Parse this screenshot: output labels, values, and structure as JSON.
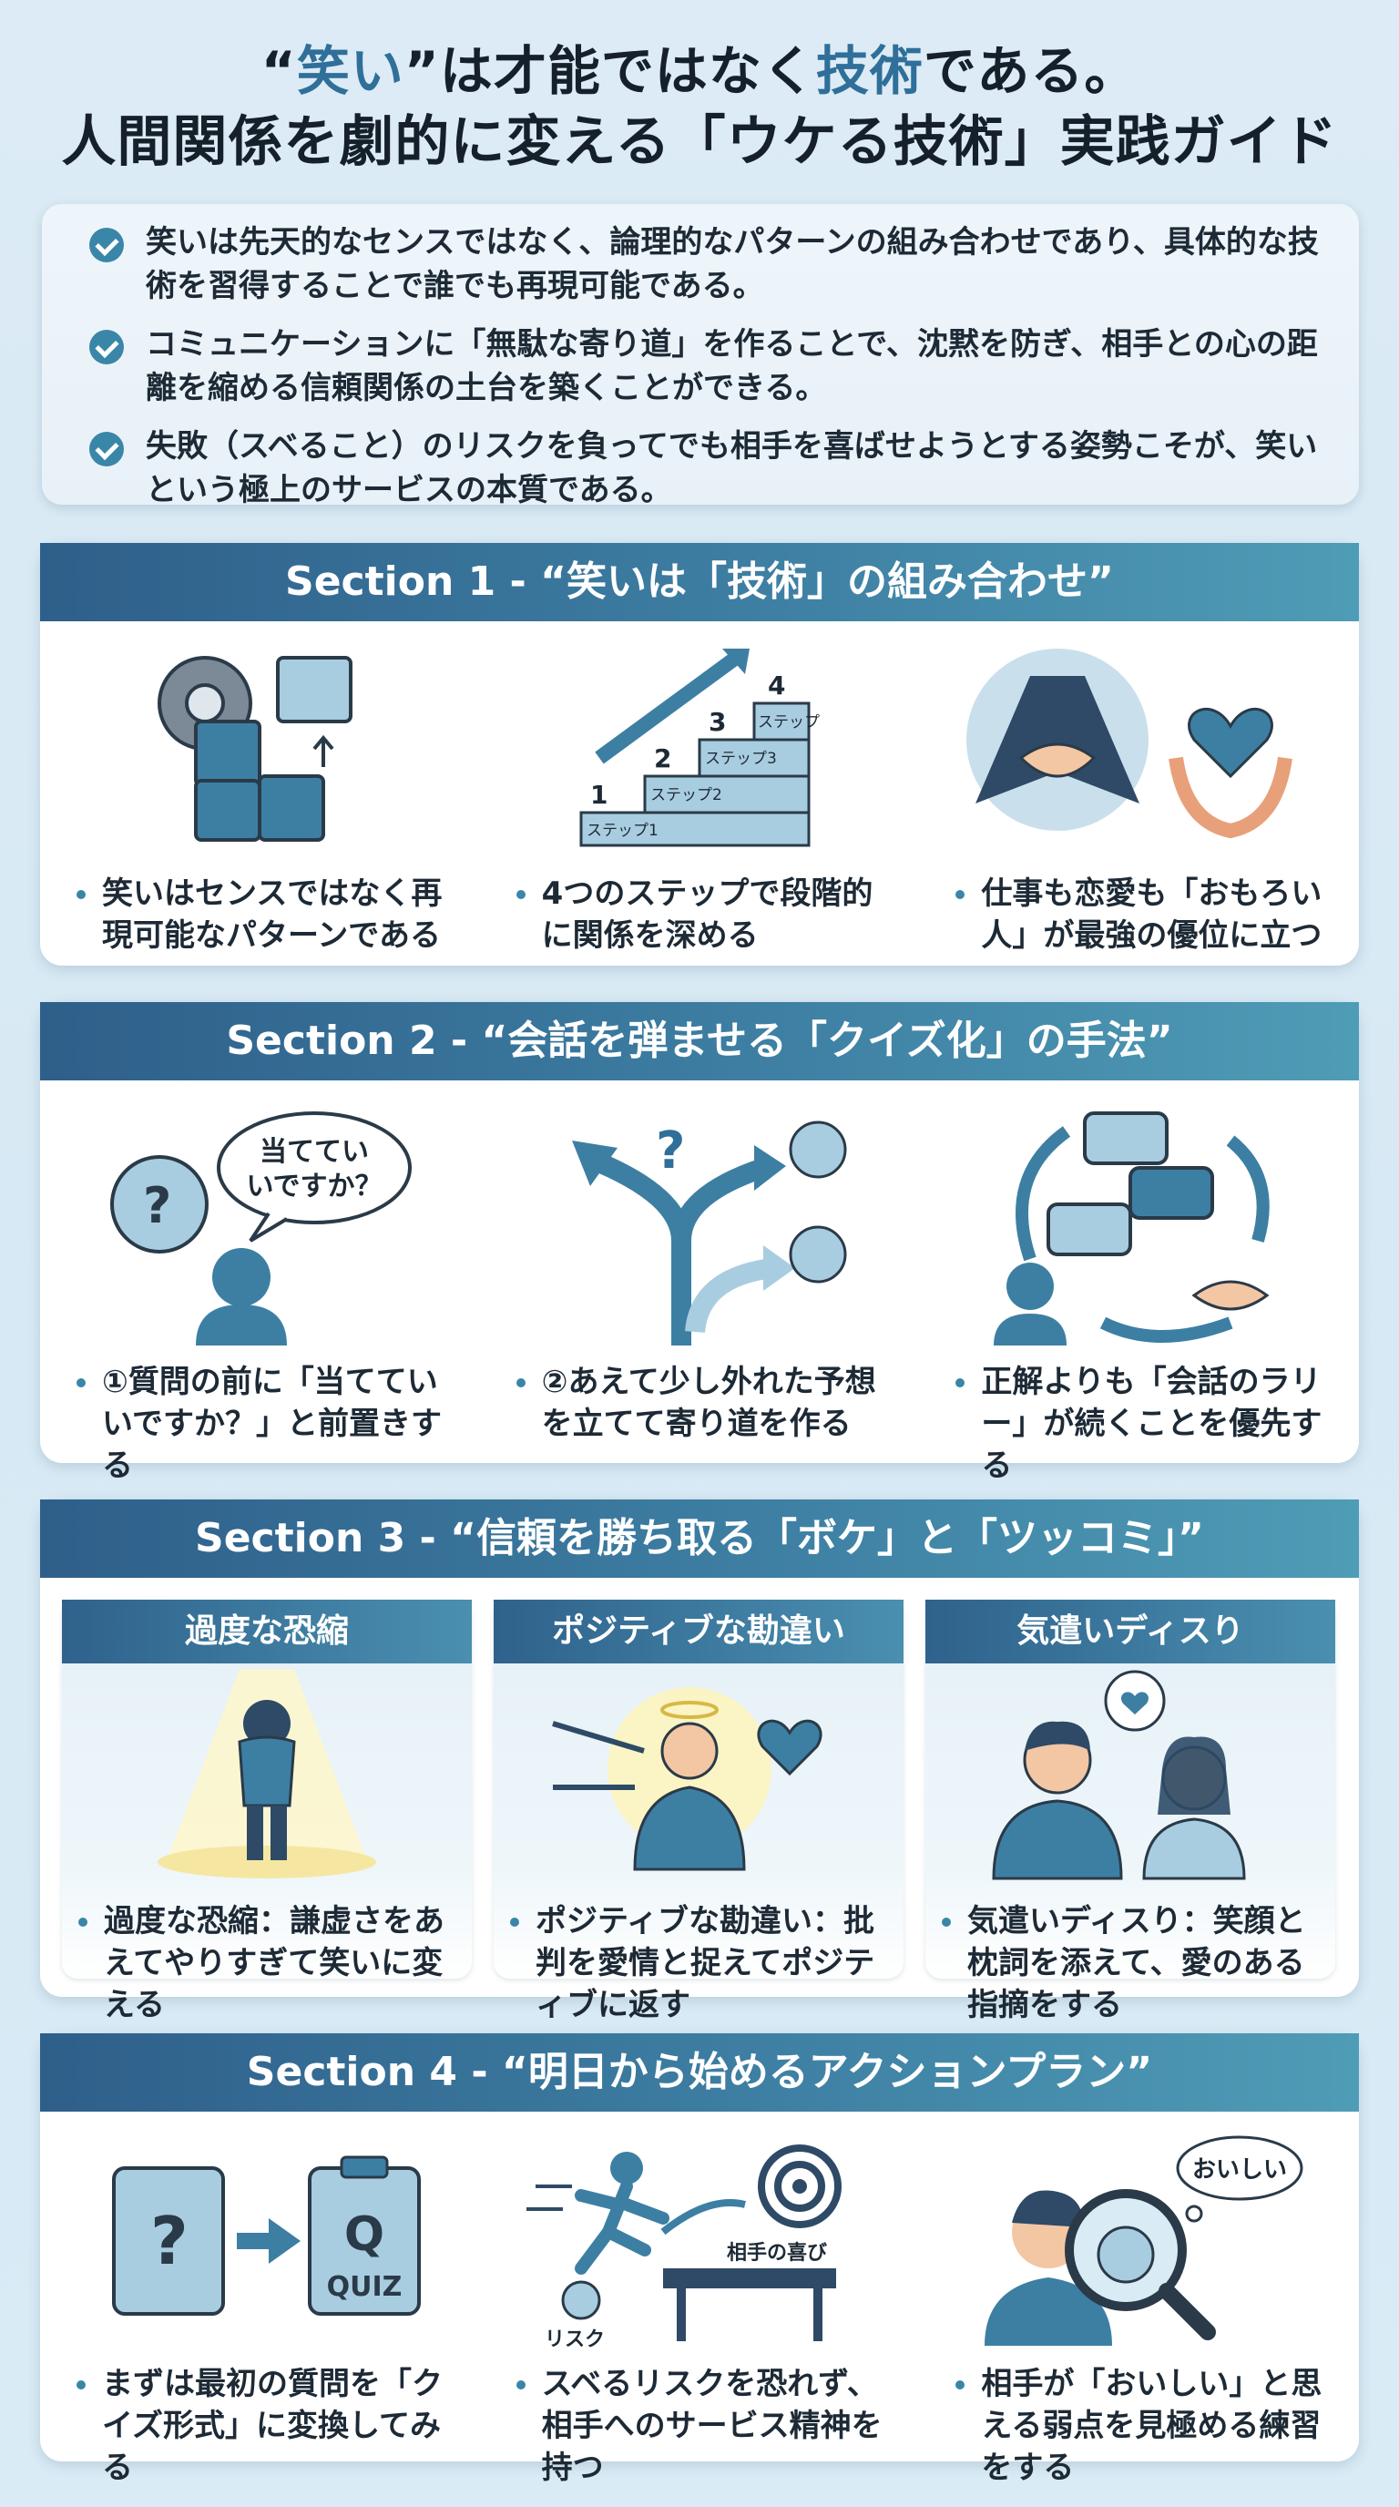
{
  "title": {
    "line1_pre": "“",
    "line1_accent1": "笑い",
    "line1_mid": "”は才能ではなく",
    "line1_accent2": "技術",
    "line1_post": "である。",
    "line2": "人間関係を劇的に変える「ウケる技術」実践ガイド"
  },
  "summary": [
    "笑いは先天的なセンスではなく、論理的なパターンの組み合わせであり、具体的な技術を習得することで誰でも再現可能である。",
    "コミュニケーションに「無駄な寄り道」を作ることで、沈黙を防ぎ、相手との心の距離を縮める信頼関係の土台を築くことができる。",
    "失敗（スベること）のリスクを負ってでも相手を喜ばせようとする姿勢こそが、笑いという極上のサービスの本質である。"
  ],
  "sections": [
    {
      "heading": "Section 1 - “笑いは「技術」の組み合わせ”",
      "panels": [
        {
          "icon": "gear-puzzle-icon",
          "caption": "笑いはセンスではなく再現可能なパターンである"
        },
        {
          "icon": "stairs-steps-icon",
          "caption": "4つのステップで段階的に関係を深める",
          "labels": {
            "n1": "1",
            "n2": "2",
            "n3": "3",
            "n4": "4",
            "s1": "ステップ1",
            "s2": "ステップ2",
            "s3": "ステップ3",
            "s4": "ステップ"
          }
        },
        {
          "icon": "handshake-heart-icon",
          "caption": "仕事も恋愛も「おもろい人」が最強の優位に立つ"
        }
      ]
    },
    {
      "heading": "Section 2 - “会話を弾ませる「クイズ化」の手法”",
      "panels": [
        {
          "icon": "question-bubble-icon",
          "caption": "①質問の前に「当てていいですか？」と前置きする",
          "bubble_line1": "当ててい",
          "bubble_line2": "いですか？",
          "q_mark": "?"
        },
        {
          "icon": "branching-arrows-icon",
          "caption": "②あえて少し外れた予想を立てて寄り道を作る",
          "q_mark": "?"
        },
        {
          "icon": "conversation-cycle-icon",
          "caption": "正解よりも「会話のラリー」が続くことを優先する"
        }
      ]
    },
    {
      "heading": "Section 3 - “信頼を勝ち取る「ボケ」と「ツッコミ」”",
      "panels": [
        {
          "title": "過度な恐縮",
          "icon": "bowing-person-icon",
          "caption": "過度な恐縮：謙虚さをあえてやりすぎて笑いに変える"
        },
        {
          "title": "ポジティブな勘違い",
          "icon": "positive-person-icon",
          "caption": "ポジティブな勘違い：批判を愛情と捉えてポジティブに返す"
        },
        {
          "title": "気遣いディスり",
          "icon": "teasing-couple-icon",
          "caption": "気遣いディスり：笑顔と枕詞を添えて、愛のある指摘をする"
        }
      ]
    },
    {
      "heading": "Section 4 - “明日から始めるアクションプラン”",
      "panels": [
        {
          "icon": "notebook-quiz-icon",
          "caption": "まずは最初の質問を「クイズ形式」に変換してみる",
          "q_mark": "?",
          "quiz_q": "Q",
          "quiz_label": "QUIZ"
        },
        {
          "icon": "runner-hurdle-icon",
          "caption": "スベるリスクを恐れず、相手へのサービス精神を持つ",
          "risk_label": "リスク",
          "joy_label": "相手の喜び"
        },
        {
          "icon": "magnifier-devil-icon",
          "caption": "相手が「おいしい」と思える弱点を見極める練習をする",
          "thought": "おいしい"
        }
      ]
    }
  ],
  "colors": {
    "accent": "#2f6f99",
    "header": "#2e5f8a",
    "icon_fill": "#3d7fa3",
    "icon_light": "#a9cde0"
  }
}
